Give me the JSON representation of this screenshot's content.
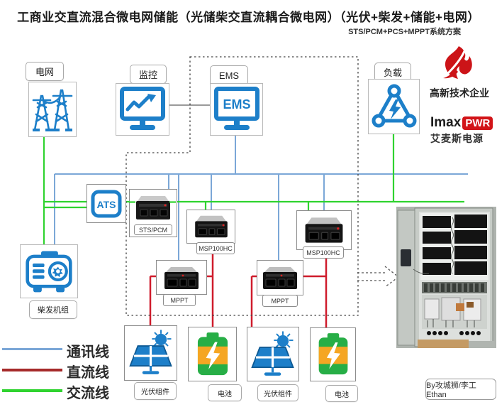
{
  "header": {
    "title": "工商业交直流混合微电网储能（光储柴交直流耦合微电网）（光伏+柴发+储能+电网）",
    "subtitle": "STS/PCM+PCS+MPPT系统方案"
  },
  "nodes": {
    "grid": {
      "label": "电网"
    },
    "monitor": {
      "label": "监控"
    },
    "ems": {
      "label": "EMS",
      "screen_text": "EMS"
    },
    "load": {
      "label": "负载"
    },
    "ats": {
      "label": "ATS"
    },
    "sts_pcm": {
      "label": "STS/PCM"
    },
    "msp1": {
      "label": "MSP100HC"
    },
    "msp2": {
      "label": "MSP100HC"
    },
    "mppt1": {
      "label": "MPPT"
    },
    "mppt2": {
      "label": "MPPT"
    },
    "genset": {
      "label": "柴发机组"
    },
    "pv1": {
      "label": "光伏组件"
    },
    "battery1": {
      "label": "电池"
    },
    "pv2": {
      "label": "光伏组件"
    },
    "battery2": {
      "label": "电池"
    }
  },
  "logos": {
    "hightech": {
      "text": "高新技术企业"
    },
    "imax": {
      "brand": "Imax",
      "badge": "PWR",
      "subtext": "艾麦斯电源"
    }
  },
  "legend": {
    "items": [
      {
        "label": "通讯线",
        "color": "#7ba7d7"
      },
      {
        "label": "直流线",
        "color": "#a62a2a"
      },
      {
        "label": "交流线",
        "color": "#2fd32f"
      }
    ]
  },
  "credit": "By攻城狮/李工Ethan",
  "colors": {
    "comm_line": "#7ba7d7",
    "dc_line": "#cf1c2c",
    "ac_line": "#2fd32f",
    "monitor_link": "#9a9a9a",
    "icon_blue": "#1d7fc9",
    "battery_green": "#27ae46",
    "battery_orange": "#f5a623",
    "logo_red": "#cc1418"
  }
}
